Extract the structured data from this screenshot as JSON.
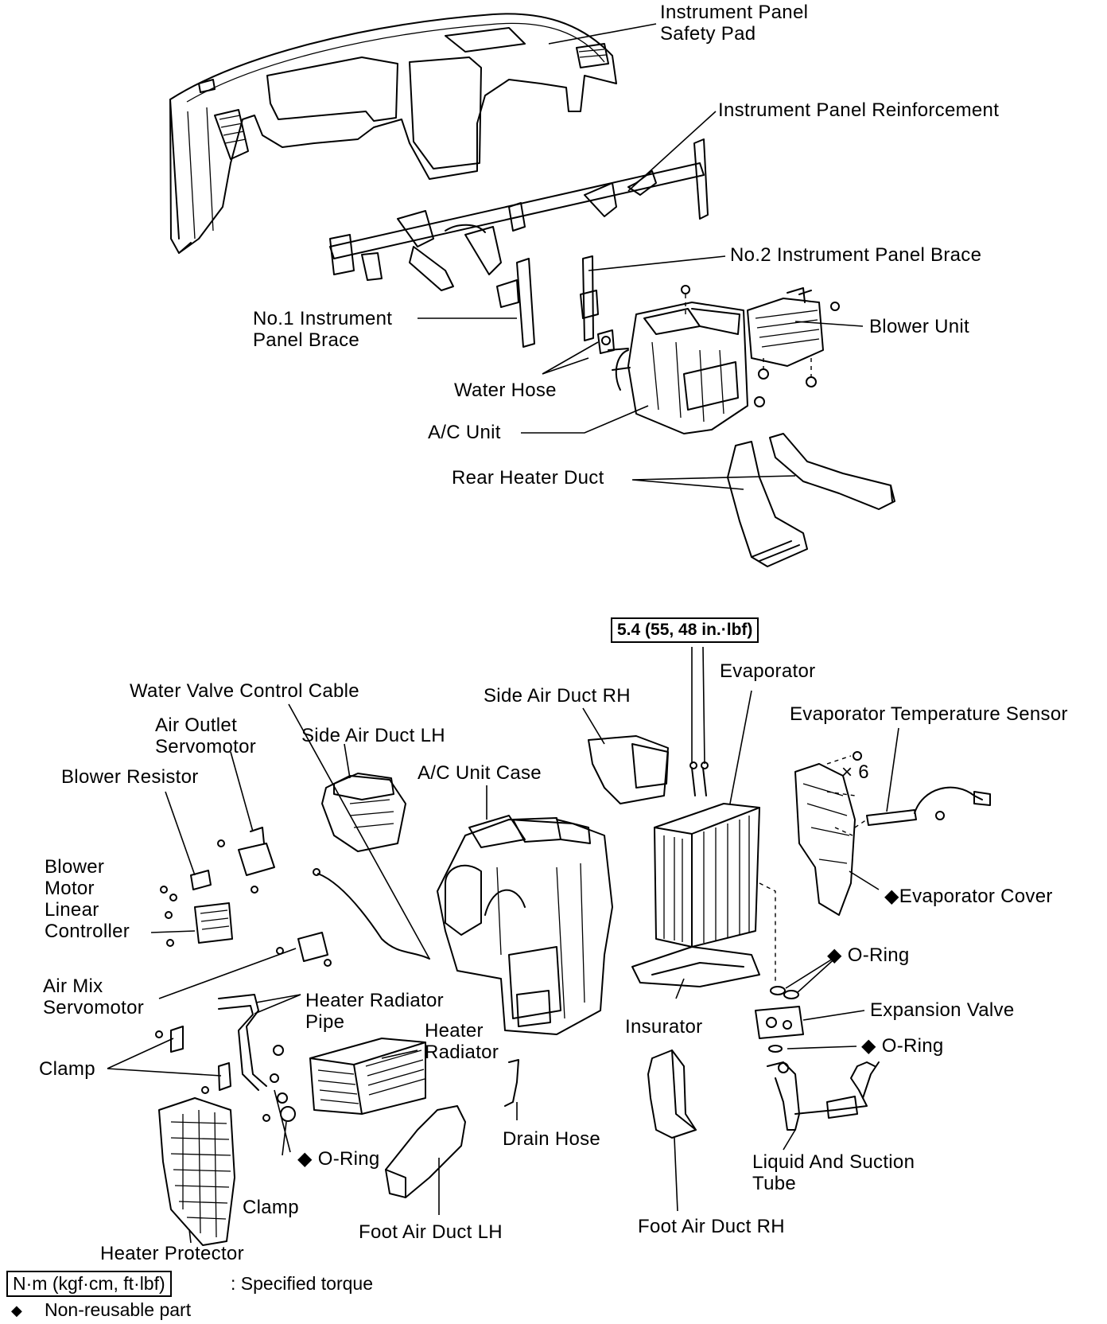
{
  "labels": {
    "safety_pad_1": "Instrument Panel",
    "safety_pad_2": "Safety Pad",
    "reinforcement": "Instrument Panel Reinforcement",
    "no2_brace": "No.2 Instrument Panel Brace",
    "no1_brace_1": "No.1 Instrument",
    "no1_brace_2": "Panel Brace",
    "blower_unit": "Blower Unit",
    "water_hose": "Water Hose",
    "ac_unit": "A/C Unit",
    "rear_heater_duct": "Rear Heater Duct",
    "torque_value": "5.4 (55, 48 in.·lbf)",
    "evaporator": "Evaporator",
    "water_valve_cable": "Water Valve Control Cable",
    "side_air_duct_rh": "Side Air Duct RH",
    "evap_temp_sensor": "Evaporator Temperature Sensor",
    "air_outlet_servo_1": "Air Outlet",
    "air_outlet_servo_2": "Servomotor",
    "side_air_duct_lh": "Side Air Duct LH",
    "blower_resistor": "Blower Resistor",
    "ac_unit_case": "A/C Unit Case",
    "times_six": "× 6",
    "blower_motor_1": "Blower",
    "blower_motor_2": "Motor",
    "blower_motor_3": "Linear",
    "blower_motor_4": "Controller",
    "evaporator_cover": "◆Evaporator Cover",
    "o_ring_1": "◆ O-Ring",
    "air_mix_1": "Air Mix",
    "air_mix_2": "Servomotor",
    "heater_pipe_1": "Heater Radiator",
    "heater_pipe_2": "Pipe",
    "insurator": "Insurator",
    "expansion_valve": "Expansion Valve",
    "heater_radiator_1": "Heater",
    "heater_radiator_2": "Radiator",
    "o_ring_2": "◆ O-Ring",
    "clamp_1": "Clamp",
    "drain_hose": "Drain Hose",
    "o_ring_3": "◆ O-Ring",
    "liquid_tube_1": "Liquid And Suction",
    "liquid_tube_2": "Tube",
    "clamp_2": "Clamp",
    "foot_duct_lh": "Foot Air Duct LH",
    "foot_duct_rh": "Foot Air Duct RH",
    "heater_protector": "Heater Protector"
  },
  "legend": {
    "torque_box": "N·m (kgf·cm, ft·lbf)",
    "torque_text": ":  Specified torque",
    "nonreusable_symbol": "◆",
    "nonreusable_text": "Non-reusable part"
  }
}
